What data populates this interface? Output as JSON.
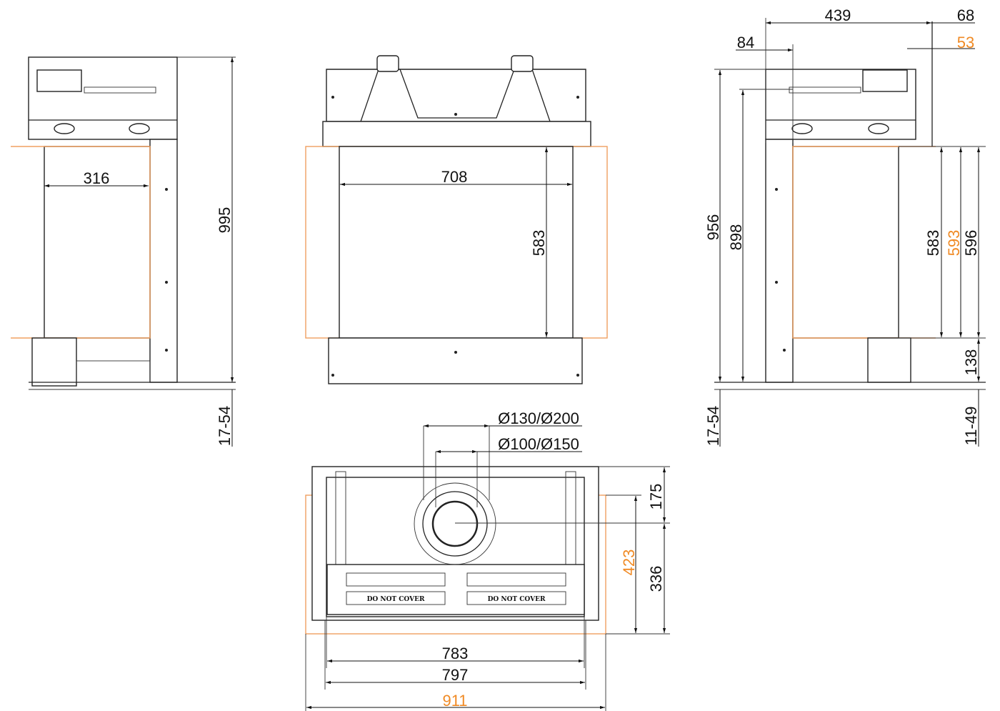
{
  "colors": {
    "line": "#222222",
    "accent": "#f08a24",
    "frame": "#f0a060"
  },
  "side_view_left": {
    "depth": "316",
    "height_total": "995",
    "feet": "17-54"
  },
  "front_view": {
    "width": "708",
    "height": "583"
  },
  "side_view_right": {
    "top_depth": "439",
    "rear_offset": "68",
    "front_offset": "84",
    "rear_offset_orange": "53",
    "height_956": "956",
    "height_898": "898",
    "glass_583": "583",
    "glass_593": "593",
    "glass_596": "596",
    "base_138": "138",
    "feet_left": "17-54",
    "feet_right": "11-49"
  },
  "plan_view": {
    "flue_outer": "Ø130/Ø200",
    "flue_inner": "Ø100/Ø150",
    "depth_175": "175",
    "depth_336": "336",
    "depth_423": "423",
    "width_783": "783",
    "width_797": "797",
    "width_911": "911",
    "label_left": "DO NOT COVER",
    "label_right": "DO NOT COVER"
  }
}
